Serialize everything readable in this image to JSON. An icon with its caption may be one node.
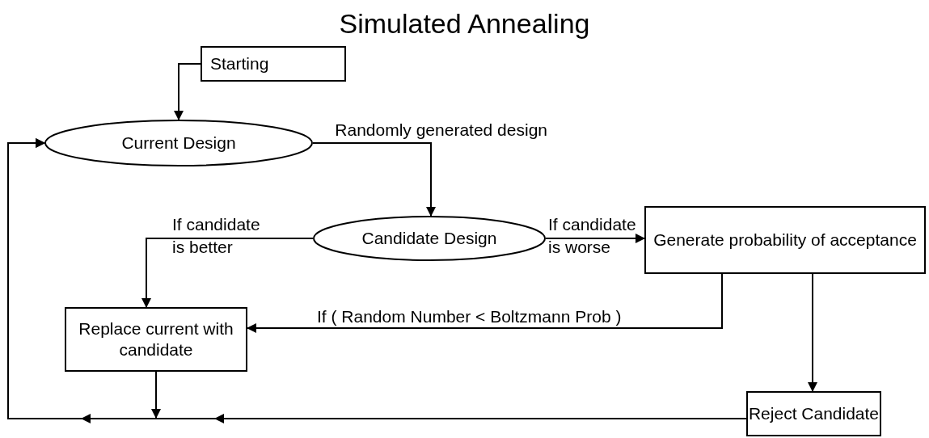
{
  "diagram": {
    "title": "Simulated Annealing",
    "nodes": [
      {
        "text": [
          "Starting"
        ]
      },
      {
        "text": [
          "Current Design"
        ]
      },
      {
        "text": [
          "Candidate Design"
        ]
      },
      {
        "text": [
          "Generate probability of acceptance"
        ]
      },
      {
        "text": [
          "Replace current with candidate"
        ]
      },
      {
        "text": [
          "Reject Candidate"
        ]
      }
    ],
    "edges": [
      {
        "from": 0,
        "to": 1,
        "arrow": "to"
      },
      {
        "from": 1,
        "to": 2,
        "arrow": "to",
        "label": "Randomly generated design"
      },
      {
        "from": 2,
        "to": 4,
        "arrow": "to",
        "label": "If candidate is better"
      },
      {
        "from": 2,
        "to": 3,
        "arrow": "to",
        "label": "If candidate is worse"
      },
      {
        "from": 3,
        "to": 4,
        "arrow": "to",
        "label": "If ( Random Number < Boltzmann Prob )"
      },
      {
        "from": 3,
        "to": 5,
        "arrow": "to"
      },
      {
        "from": 4,
        "to": 1,
        "arrow": "to"
      },
      {
        "from": 5,
        "to": 1,
        "arrow": "to"
      }
    ]
  }
}
